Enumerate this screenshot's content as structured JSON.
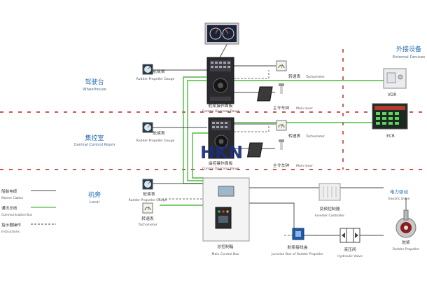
{
  "zones": {
    "external": {
      "cn": "外接设备",
      "en": "External Devices"
    },
    "wheelhouse": {
      "cn": "驾驶台",
      "en": "Wheelhouse"
    },
    "ccr": {
      "cn": "集控室",
      "en": "Central Control Room"
    },
    "local": {
      "cn": "机旁",
      "en": "Local"
    }
  },
  "devices": {
    "gauge_wh": {
      "cn": "舵桨表",
      "en": "Rudder Propeller Gauge"
    },
    "panel_wh": {
      "cn": "舵桨操作面板",
      "en": "Control Operator Panel"
    },
    "tacho_wh": {
      "cn": "转速表",
      "en": "Tachometer"
    },
    "lever_wh": {
      "cn": "主令车钟",
      "en": "Main lever"
    },
    "vdr": {
      "en": "VDR"
    },
    "gauge_ccr": {
      "cn": "舵桨表",
      "en": "Rudder Propeller Gauge"
    },
    "panel_ccr": {
      "cn": "遥控操作面板",
      "en": "Control Operator Panel"
    },
    "tacho_ccr": {
      "cn": "转速表",
      "en": "Tachometer"
    },
    "lever_ccr": {
      "cn": "主令车钟",
      "en": "Main lever"
    },
    "ecr": {
      "en": "ECR"
    },
    "gauge_local": {
      "cn": "舵桨表",
      "en": "Rudder Propeller Gauge"
    },
    "tacho_local": {
      "cn": "转速表",
      "en": "Tachometer"
    },
    "main_box": {
      "cn": "总控制箱",
      "en": "Main Control Box"
    },
    "inverter": {
      "cn": "变频控制器",
      "en": "Inverter Controller"
    },
    "electric_drive": {
      "cn": "电力驱动",
      "en": "Electric Drive"
    },
    "rudder_prop": {
      "cn": "舵桨",
      "en": "Rudder Propeller"
    },
    "junction": {
      "cn": "舵桨接线盒",
      "en": "Junction Box of Rudder Propeller"
    },
    "hyd_valve": {
      "cn": "液压阀",
      "en": "Hydraulic Valve"
    }
  },
  "legend": [
    {
      "cn": "船舶电缆",
      "en": "Marine Cables",
      "style": "solid-dark"
    },
    {
      "cn": "通讯总线",
      "en": "Communication Bus",
      "style": "solid-green"
    },
    {
      "cn": "指示器操作",
      "en": "Instructions",
      "style": "dashed"
    }
  ],
  "watermark": "HKN",
  "colors": {
    "cable": "#444444",
    "bus": "#4cbb3c",
    "zone_divider": "#c01818",
    "zone_text": "#2a6fb5",
    "watermark": "#1a2e7a"
  }
}
